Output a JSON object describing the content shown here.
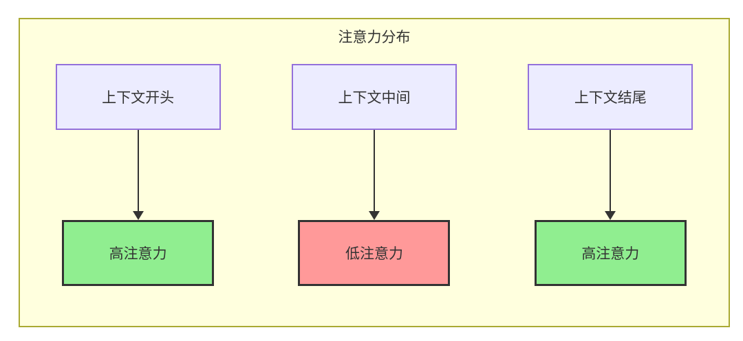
{
  "diagram": {
    "title": "注意力分布",
    "columns": [
      {
        "source": {
          "label": "上下文开头"
        },
        "target": {
          "label": "高注意力",
          "status": "high"
        }
      },
      {
        "source": {
          "label": "上下文中间"
        },
        "target": {
          "label": "低注意力",
          "status": "low"
        }
      },
      {
        "source": {
          "label": "上下文结尾"
        },
        "target": {
          "label": "高注意力",
          "status": "high"
        }
      }
    ],
    "colors": {
      "group_fill": "#FFFFDE",
      "group_border": "#AAAA33",
      "source_fill": "#ECECFF",
      "source_border": "#9370DB",
      "high_attention_fill": "#90EE90",
      "low_attention_fill": "#FF9999",
      "target_border": "#333333",
      "text": "#333333",
      "arrow": "#333333"
    }
  }
}
